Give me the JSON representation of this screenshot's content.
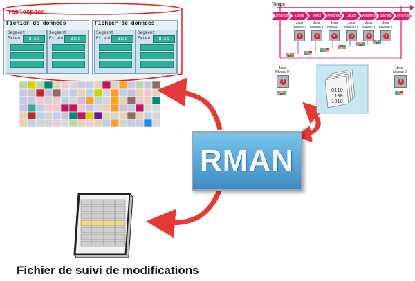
{
  "tablespace": {
    "title": "Tablespace",
    "datafiles": [
      {
        "title": "Fichier de données",
        "segments": [
          {
            "label": "Segment",
            "extent": "Extent",
            "bloc": "Bloc"
          },
          {
            "label": "Segment",
            "extent": "Extent",
            "bloc": "Bloc"
          }
        ]
      },
      {
        "title": "Fichier de données",
        "segments": [
          {
            "label": "Segment",
            "extent": "Extent",
            "bloc": "Bloc"
          },
          {
            "label": "Segment",
            "extent": "Extent",
            "bloc": "Bloc"
          }
        ]
      }
    ]
  },
  "rman": {
    "label": "RMAN"
  },
  "caption": "Fichier de suivi de modifications",
  "timeline": {
    "label": "Temps",
    "days": [
      "Dimanche",
      "Lundi",
      "Mardi",
      "Mercredi",
      "Jeudi",
      "Vendredi",
      "Samedi",
      "Dimanche"
    ],
    "level0_left": {
      "line1": "Jeux",
      "line2": "Niveau 0",
      "num": "1"
    },
    "level0_right": {
      "line1": "Jeux",
      "line2": "Niveau 0",
      "num": "8"
    },
    "level1": [
      {
        "line1": "Jeux",
        "line2": "Niveau 1",
        "num": "2"
      },
      {
        "line1": "Jeux",
        "line2": "Niveau 1",
        "num": "3"
      },
      {
        "line1": "Jeux",
        "line2": "Niveau 1",
        "num": "4"
      },
      {
        "line1": "Jeux",
        "line2": "Niveau 1",
        "num": "5"
      },
      {
        "line1": "Jeux",
        "line2": "Niveau 1",
        "num": "6"
      },
      {
        "line1": "Jeux",
        "line2": "Niveau 1",
        "num": "7"
      }
    ]
  },
  "backup_set": {
    "digits": [
      "0110",
      "1100",
      "1010"
    ]
  },
  "colors": {
    "arrow": "#e53935",
    "teal": "#2fae9c",
    "rman_top": "#7cc4ec",
    "rman_bottom": "#3d8cc4",
    "timeline": "#d81b6a"
  },
  "icons": {
    "tracking_file": "document-table-icon",
    "backup_stack": "backup-pages-icon",
    "arrow": "curved-arrow-icon"
  }
}
